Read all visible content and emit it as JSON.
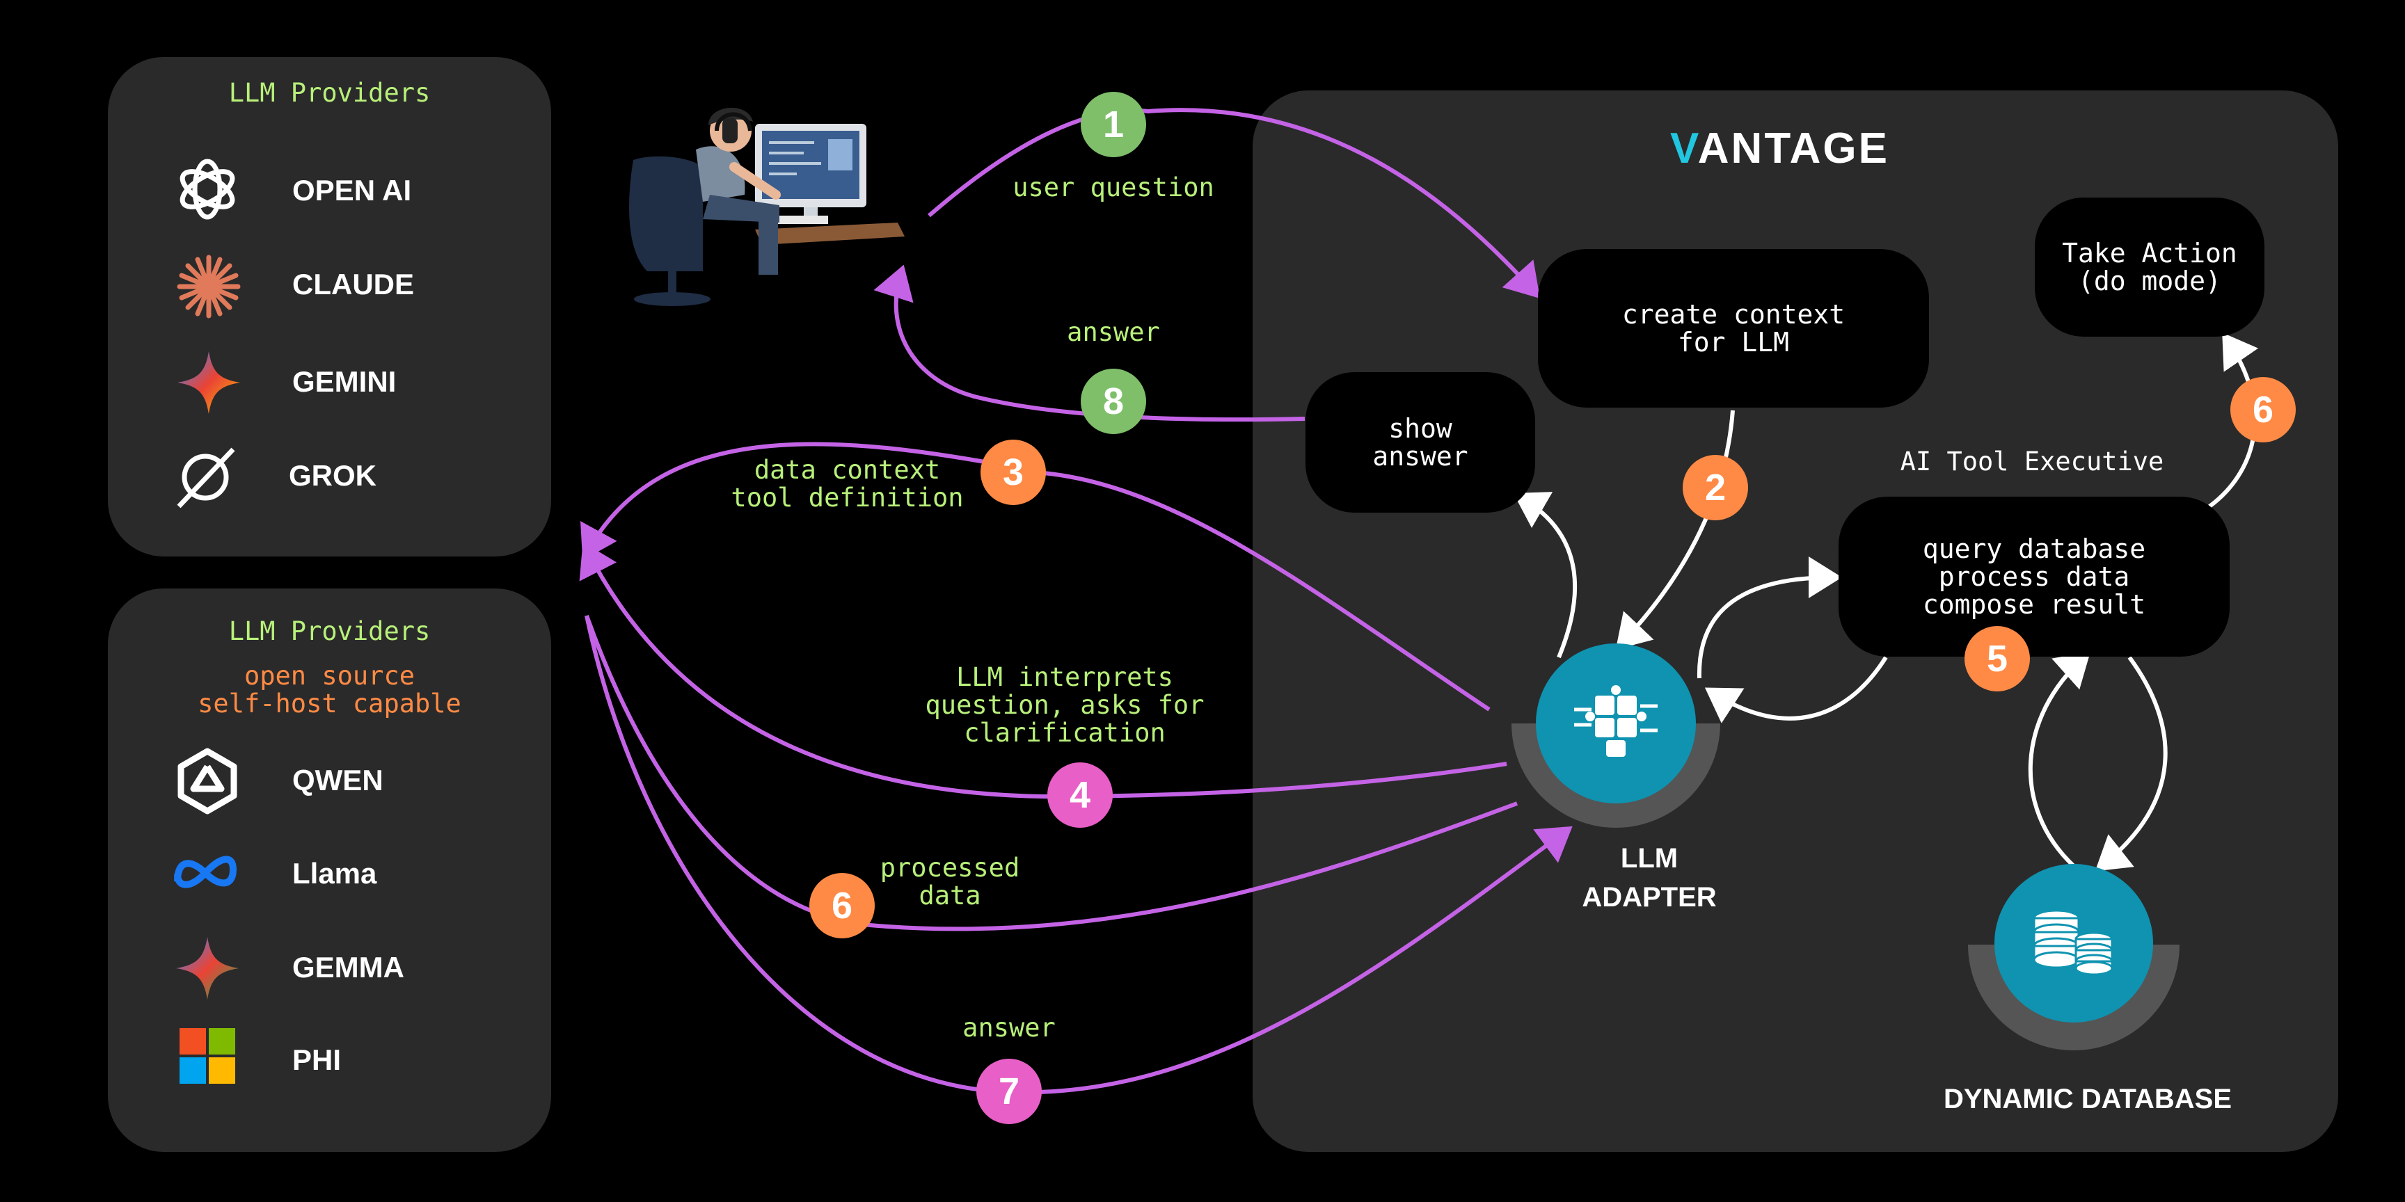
{
  "left_top": {
    "title": "LLM Providers",
    "providers": [
      {
        "label": "OPEN AI",
        "icon": "openai-icon"
      },
      {
        "label": "CLAUDE",
        "icon": "claude-icon"
      },
      {
        "label": "GEMINI",
        "icon": "gemini-icon"
      },
      {
        "label": "GROK",
        "icon": "grok-icon"
      }
    ]
  },
  "left_bottom": {
    "title": "LLM Providers",
    "subtitle_1": "open source",
    "subtitle_2": "self-host capable",
    "providers": [
      {
        "label": "QWEN",
        "icon": "qwen-icon"
      },
      {
        "label": "Llama",
        "icon": "meta-icon"
      },
      {
        "label": "GEMMA",
        "icon": "gemma-icon"
      },
      {
        "label": "PHI",
        "icon": "microsoft-icon"
      }
    ]
  },
  "brand": {
    "prefix": "V",
    "rest": "ANTAGE"
  },
  "boxes": {
    "create_context": "create context\nfor LLM",
    "show_answer": "show\nanswer",
    "take_action": "Take Action\n(do mode)",
    "query_db": "query database\nprocess data\ncompose result"
  },
  "ai_tool_label": "AI Tool Executive",
  "llm_adapter_label": "LLM\nADAPTER",
  "database_label": "DYNAMIC DATABASE",
  "labels": {
    "user_question": "user question",
    "answer_top": "answer",
    "data_context": "data context\ntool definition",
    "interprets": "LLM interprets\nquestion, asks for\nclarification",
    "processed": "processed\ndata",
    "answer_bottom": "answer"
  },
  "steps": {
    "s1": "1",
    "s2": "2",
    "s3": "3",
    "s4": "4",
    "s5": "5",
    "s6a": "6",
    "s6b": "6",
    "s7": "7",
    "s8": "8"
  },
  "colors": {
    "panel": "#2a2a2a",
    "green_text": "#b8f07a",
    "orange": "#ff8a45",
    "pink": "#e85fc8",
    "green": "#7fbf6a",
    "purple_arrow": "#c463e6",
    "teal": "#0f93b0",
    "brand_accent": "#21c6e0"
  }
}
